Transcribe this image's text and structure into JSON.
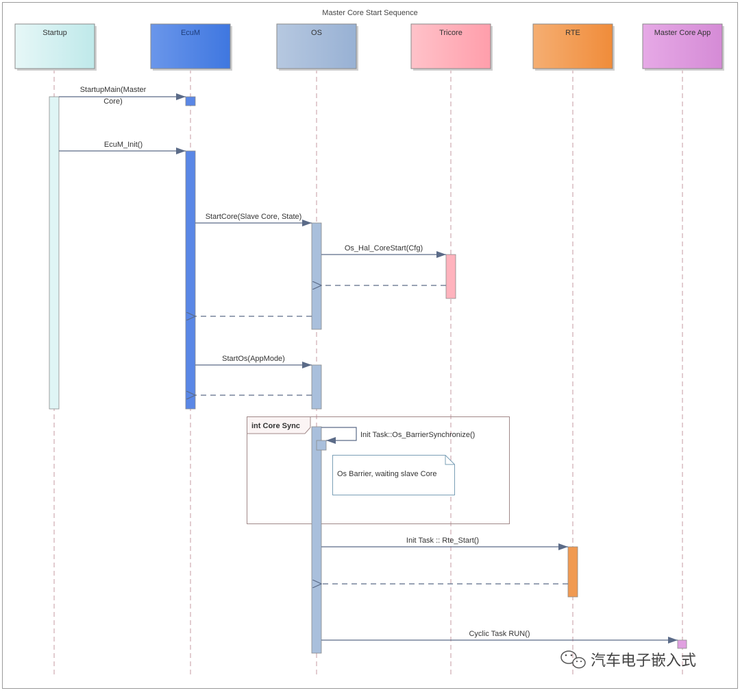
{
  "diagram": {
    "title": "Master Core Start Sequence",
    "participants": [
      {
        "id": "startup",
        "label": "Startup",
        "color_from": "#e6f7f7",
        "color_to": "#bfe9ea",
        "activation_color": "#dff5f5"
      },
      {
        "id": "ecum",
        "label": "EcuM",
        "color_from": "#6a96ea",
        "color_to": "#3f77e0",
        "activation_color": "#5a87e6"
      },
      {
        "id": "os",
        "label": "OS",
        "color_from": "#b6c8e0",
        "color_to": "#98b1d4",
        "activation_color": "#a9bfdc"
      },
      {
        "id": "tricore",
        "label": "Tricore",
        "color_from": "#ffc2c9",
        "color_to": "#ff9eab",
        "activation_color": "#ffb3bd"
      },
      {
        "id": "rte",
        "label": "RTE",
        "color_from": "#f5ae72",
        "color_to": "#f08c3a",
        "activation_color": "#f09a52"
      },
      {
        "id": "mcapp",
        "label": "Master Core App",
        "color_from": "#e6a9e6",
        "color_to": "#d58bd6",
        "activation_color": "#e0a0e0"
      }
    ],
    "messages": [
      {
        "id": "m1",
        "from": "startup",
        "to": "ecum",
        "kind": "call",
        "label_lines": [
          "StartupMain(Master",
          "Core)"
        ]
      },
      {
        "id": "m2",
        "from": "startup",
        "to": "ecum",
        "kind": "call",
        "label_lines": [
          "EcuM_Init()"
        ]
      },
      {
        "id": "m3",
        "from": "ecum",
        "to": "os",
        "kind": "call",
        "label_lines": [
          "StartCore(Slave Core, State)"
        ]
      },
      {
        "id": "m4",
        "from": "os",
        "to": "tricore",
        "kind": "call",
        "label_lines": [
          "Os_Hal_CoreStart(Cfg)"
        ]
      },
      {
        "id": "m5",
        "from": "tricore",
        "to": "os",
        "kind": "return",
        "label_lines": []
      },
      {
        "id": "m6",
        "from": "os",
        "to": "ecum",
        "kind": "return",
        "label_lines": []
      },
      {
        "id": "m7",
        "from": "ecum",
        "to": "os",
        "kind": "call",
        "label_lines": [
          "StartOs(AppMode)"
        ]
      },
      {
        "id": "m8",
        "from": "os",
        "to": "ecum",
        "kind": "return",
        "label_lines": []
      },
      {
        "id": "m9",
        "from": "os",
        "to": "os",
        "kind": "self",
        "label_lines": [
          "Init Task::Os_BarrierSynchronize()"
        ]
      },
      {
        "id": "m10",
        "from": "os",
        "to": "rte",
        "kind": "call",
        "label_lines": [
          "Init Task :: Rte_Start()"
        ]
      },
      {
        "id": "m11",
        "from": "rte",
        "to": "os",
        "kind": "return",
        "label_lines": []
      },
      {
        "id": "m12",
        "from": "os",
        "to": "mcapp",
        "kind": "call",
        "label_lines": [
          "Cyclic Task RUN()"
        ]
      }
    ],
    "fragment": {
      "label": "int Core Sync"
    },
    "note": {
      "text": "Os Barrier, waiting slave Core"
    },
    "watermark": {
      "text": "汽车电子嵌入式"
    }
  }
}
